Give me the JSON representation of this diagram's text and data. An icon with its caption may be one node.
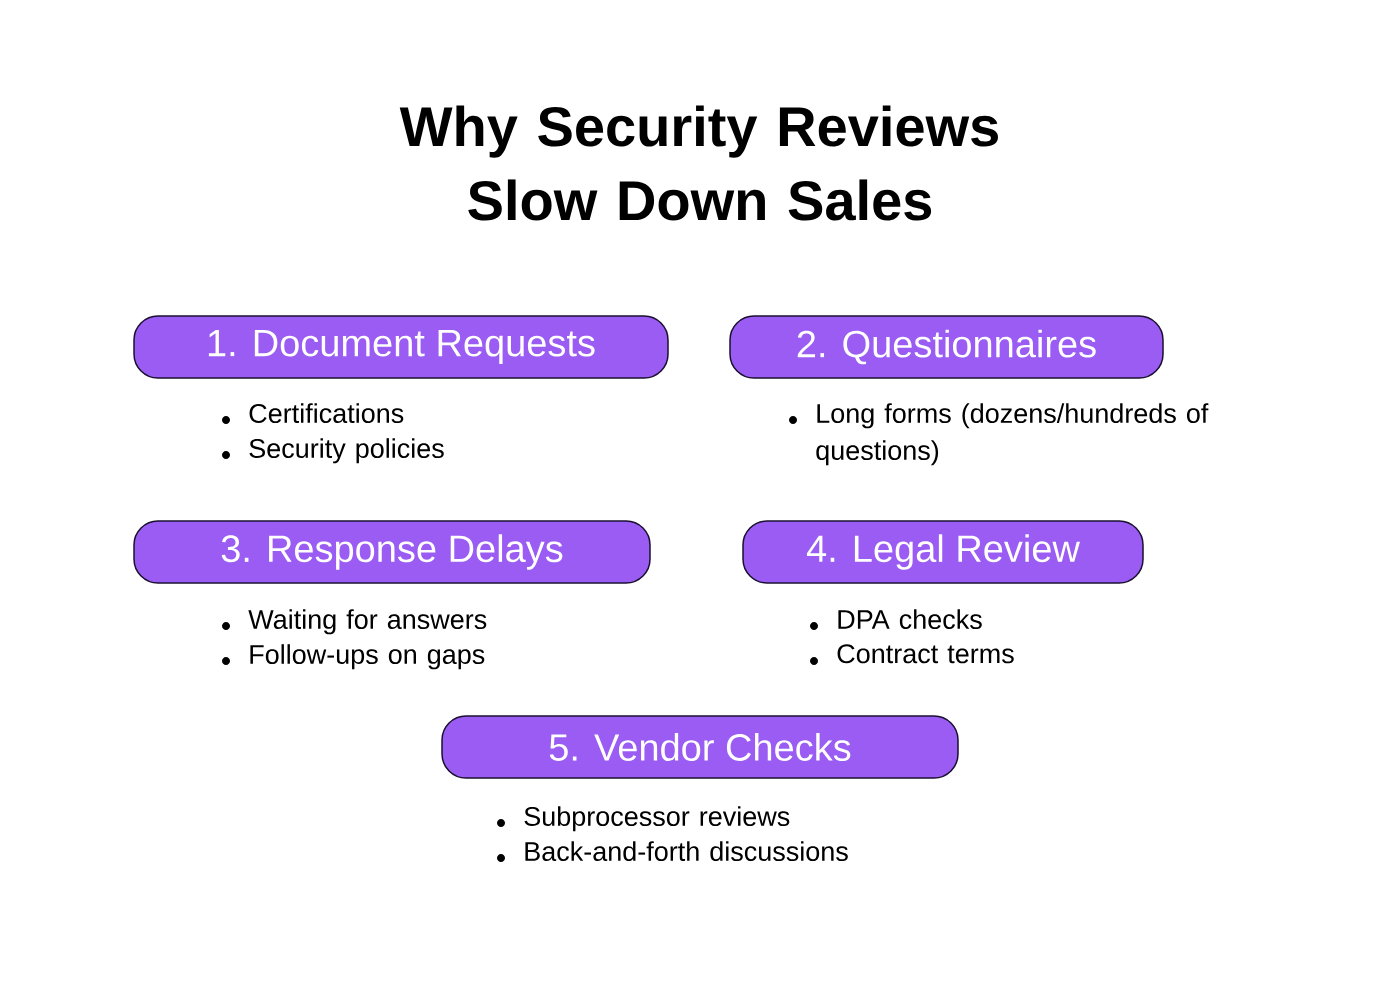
{
  "diagram": {
    "title": "Why Security Reviews Slow Down Sales",
    "nodes": [
      {
        "text": [
          "1. Document Requests"
        ],
        "beside": [
          "Certifications",
          "Security policies"
        ]
      },
      {
        "text": [
          "2. Questionnaires"
        ],
        "beside": [
          "Long forms (dozens/hundreds of questions)"
        ]
      },
      {
        "text": [
          "3. Response Delays"
        ],
        "beside": [
          "Waiting for answers",
          "Follow-ups on gaps"
        ]
      },
      {
        "text": [
          "4. Legal Review"
        ],
        "beside": [
          "DPA checks",
          "Contract terms"
        ]
      },
      {
        "text": [
          "5. Vendor Checks"
        ],
        "beside": [
          "Subprocessor reviews",
          "Back-and-forth discussions"
        ]
      }
    ],
    "edges": []
  }
}
